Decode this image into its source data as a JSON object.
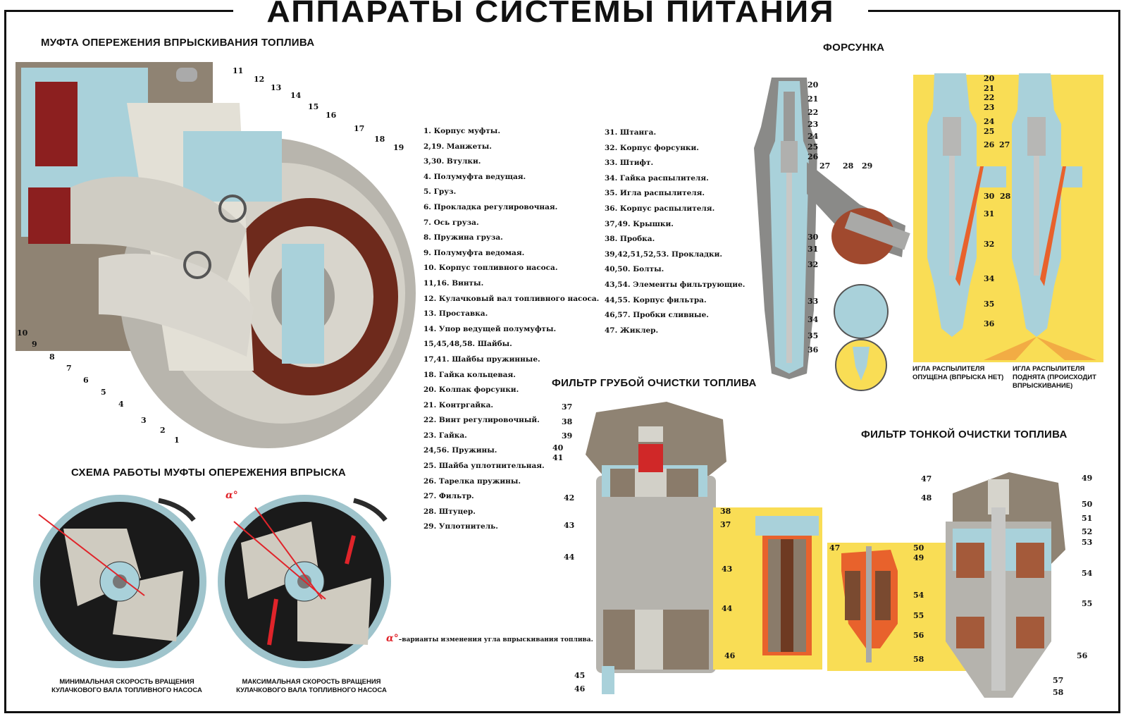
{
  "title": "АППАРАТЫ СИСТЕМЫ ПИТАНИЯ",
  "sections": {
    "coupling": "МУФТА ОПЕРЕЖЕНИЯ ВПРЫСКИВАНИЯ ТОПЛИВА",
    "injector": "ФОРСУНКА",
    "coupling_scheme": "СХЕМА РАБОТЫ МУФТЫ ОПЕРЕЖЕНИЯ ВПРЫСКА",
    "coarse_filter": "ФИЛЬТР ГРУБОЙ ОЧИСТКИ ТОПЛИВА",
    "fine_filter": "ФИЛЬТР ТОНКОЙ ОЧИСТКИ ТОПЛИВА"
  },
  "legend_col1": [
    "1. Корпус муфты.",
    "2,19. Манжеты.",
    "3,30. Втулки.",
    "4. Полумуфта ведущая.",
    "5. Груз.",
    "6. Прокладка регулировочная.",
    "7. Ось груза.",
    "8. Пружина груза.",
    "9. Полумуфта ведомая.",
    "10. Корпус топливного насоса.",
    "11,16. Винты.",
    "12. Кулачковый вал топливного насоса.",
    "13. Проставка.",
    "14. Упор ведущей полумуфты.",
    "15,45,48,58. Шайбы.",
    "17,41. Шайбы пружинные.",
    "18. Гайка кольцевая.",
    "20. Колпак форсунки.",
    "21. Контргайка.",
    "22. Винт регулировочный.",
    "23. Гайка.",
    "24,56. Пружины.",
    "25. Шайба уплотнительная.",
    "26. Тарелка пружины.",
    "27. Фильтр.",
    "28. Штуцер.",
    "29. Уплотнитель."
  ],
  "legend_col2": [
    "31. Штанга.",
    "32. Корпус форсунки.",
    "33. Штифт.",
    "34. Гайка распылителя.",
    "35. Игла распылителя.",
    "36. Корпус распылителя.",
    "37,49. Крышки.",
    "38. Пробка.",
    "39,42,51,52,53. Прокладки.",
    "40,50. Болты.",
    "43,54. Элементы фильтрующие.",
    "44,55. Корпус фильтра.",
    "46,57. Пробки сливные.",
    "47. Жиклер."
  ],
  "captions": {
    "needle_down": "ИГЛА РАСПЫЛИТЕЛЯ ОПУЩЕНА (ВПРЫСКА НЕТ)",
    "needle_up": "ИГЛА РАСПЫЛИТЕЛЯ ПОДНЯТА (ПРОИСХОДИТ ВПРЫСКИВАНИЕ)",
    "min_speed_1": "МИНИМАЛЬНАЯ СКОРОСТЬ ВРАЩЕНИЯ",
    "min_speed_2": "КУЛАЧКОВОГО ВАЛА ТОПЛИВНОГО НАСОСА",
    "max_speed_1": "МАКСИМАЛЬНАЯ СКОРОСТЬ ВРАЩЕНИЯ",
    "max_speed_2": "КУЛАЧКОВОГО ВАЛА ТОПЛИВНОГО НАСОСА",
    "alpha_symbol": "α°",
    "alpha_note": "–варианты изменения угла впрыскивания топлива.",
    "alpha_mark": "α°"
  },
  "callouts": {
    "coupling": [
      "1",
      "2",
      "3",
      "4",
      "5",
      "6",
      "7",
      "8",
      "9",
      "10",
      "11",
      "12",
      "13",
      "14",
      "15",
      "16",
      "17",
      "18",
      "19"
    ],
    "injector_main": [
      "20",
      "21",
      "22",
      "23",
      "24",
      "25",
      "26",
      "27",
      "28",
      "29",
      "30",
      "31",
      "32",
      "33",
      "34",
      "35",
      "36"
    ],
    "injector_scheme": [
      "20",
      "21",
      "22",
      "23",
      "24",
      "25",
      "26",
      "27",
      "30",
      "28",
      "31",
      "32",
      "34",
      "35",
      "36"
    ],
    "coarse_main": [
      "37",
      "38",
      "39",
      "40",
      "41",
      "42",
      "43",
      "44",
      "45",
      "46"
    ],
    "coarse_scheme": [
      "38",
      "37",
      "43",
      "44",
      "46"
    ],
    "fine_scheme": [
      "47",
      "50",
      "49",
      "54",
      "55",
      "56",
      "58"
    ],
    "fine_main": [
      "47",
      "48",
      "49",
      "50",
      "51",
      "52",
      "53",
      "54",
      "55",
      "56",
      "57",
      "58"
    ]
  },
  "colors": {
    "steel": "#c9c6bd",
    "section_blue": "#a9d1da",
    "cast_red": "#8c1f1f",
    "housing_brown": "#8f8373",
    "highlight_yellow": "#f9dd55",
    "fuel_orange": "#e8622c",
    "seal_brown": "#7a3a22",
    "accent_red": "#e0242a"
  }
}
